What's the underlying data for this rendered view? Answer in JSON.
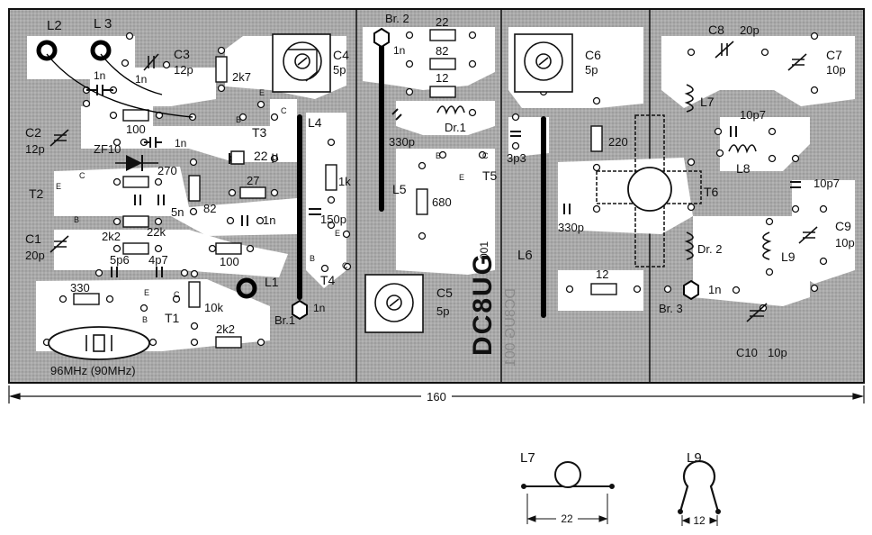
{
  "board": {
    "name": "DC8UG",
    "number": "001",
    "mirror_text": "DC8UG 001",
    "dimension_label": "160"
  },
  "labels": [
    {
      "id": "L2",
      "text": "L2"
    },
    {
      "id": "L3",
      "text": "L 3"
    },
    {
      "id": "C3",
      "text": "C3"
    },
    {
      "id": "C3v",
      "text": "12p"
    },
    {
      "id": "R2k7",
      "text": "2k7"
    },
    {
      "id": "C4",
      "text": "C4"
    },
    {
      "id": "C4v",
      "text": "5p"
    },
    {
      "id": "Br2",
      "text": "Br. 2"
    },
    {
      "id": "Br2c",
      "text": "1n"
    },
    {
      "id": "R22",
      "text": "22"
    },
    {
      "id": "R82a",
      "text": "82"
    },
    {
      "id": "R12a",
      "text": "12"
    },
    {
      "id": "Dr1",
      "text": "Dr.1"
    },
    {
      "id": "C6",
      "text": "C6"
    },
    {
      "id": "C6v",
      "text": "5p"
    },
    {
      "id": "C8",
      "text": "C8"
    },
    {
      "id": "C8v",
      "text": "20p"
    },
    {
      "id": "C7",
      "text": "C7"
    },
    {
      "id": "C7v",
      "text": "10p"
    },
    {
      "id": "L7",
      "text": "L7"
    },
    {
      "id": "C10p7a",
      "text": "10p7"
    },
    {
      "id": "L8",
      "text": "L8"
    },
    {
      "id": "C10p7b",
      "text": "10p7"
    },
    {
      "id": "T6",
      "text": "T6"
    },
    {
      "id": "C9",
      "text": "C9"
    },
    {
      "id": "C9v",
      "text": "10p"
    },
    {
      "id": "L9",
      "text": "L9"
    },
    {
      "id": "Dr2",
      "text": "Dr. 2"
    },
    {
      "id": "C10",
      "text": "C10"
    },
    {
      "id": "C10v",
      "text": "10p"
    },
    {
      "id": "Br3",
      "text": "Br. 3"
    },
    {
      "id": "Br3c",
      "text": "1n"
    },
    {
      "id": "R12b",
      "text": "12"
    },
    {
      "id": "L6",
      "text": "L6"
    },
    {
      "id": "C330b",
      "text": "330p"
    },
    {
      "id": "C3p3",
      "text": "3p3"
    },
    {
      "id": "R220",
      "text": "220"
    },
    {
      "id": "C5",
      "text": "C5"
    },
    {
      "id": "C5v",
      "text": "5p"
    },
    {
      "id": "L5",
      "text": "L5"
    },
    {
      "id": "R680",
      "text": "680"
    },
    {
      "id": "T5",
      "text": "T5"
    },
    {
      "id": "C330a",
      "text": "330p"
    },
    {
      "id": "L4",
      "text": "L4"
    },
    {
      "id": "R1k",
      "text": "1k"
    },
    {
      "id": "C150p",
      "text": "150p"
    },
    {
      "id": "T4",
      "text": "T4"
    },
    {
      "id": "L1",
      "text": "L1"
    },
    {
      "id": "Br1",
      "text": "Br.1"
    },
    {
      "id": "Br1c",
      "text": "1n"
    },
    {
      "id": "C22u",
      "text": "22 µ"
    },
    {
      "id": "R27",
      "text": "27"
    },
    {
      "id": "C1nM",
      "text": "1n"
    },
    {
      "id": "R100b",
      "text": "100"
    },
    {
      "id": "T3",
      "text": "T3"
    },
    {
      "id": "R100a",
      "text": "100"
    },
    {
      "id": "C1n1",
      "text": "1n"
    },
    {
      "id": "C1n2",
      "text": "1n"
    },
    {
      "id": "C1n3",
      "text": "1n"
    },
    {
      "id": "ZF10",
      "text": "ZF10"
    },
    {
      "id": "R270",
      "text": "270"
    },
    {
      "id": "R82b",
      "text": "82"
    },
    {
      "id": "C5n",
      "text": "5n"
    },
    {
      "id": "R22k",
      "text": "22k"
    },
    {
      "id": "R2k2a",
      "text": "2k2"
    },
    {
      "id": "C5p6",
      "text": "5p6"
    },
    {
      "id": "C4p7",
      "text": "4p7"
    },
    {
      "id": "R330",
      "text": "330"
    },
    {
      "id": "T1",
      "text": "T1"
    },
    {
      "id": "R10k",
      "text": "10k"
    },
    {
      "id": "R2k2b",
      "text": "2k2"
    },
    {
      "id": "C2",
      "text": "C2"
    },
    {
      "id": "C2v",
      "text": "12p"
    },
    {
      "id": "T2",
      "text": "T2"
    },
    {
      "id": "C1",
      "text": "C1"
    },
    {
      "id": "C1v",
      "text": "20p"
    },
    {
      "id": "Xtal",
      "text": "96MHz (90MHz)"
    }
  ],
  "pins": {
    "E": "E",
    "B": "B",
    "C": "C"
  },
  "details": {
    "l7_title": "L7",
    "l7_dim": "22",
    "l9_title": "L9",
    "l9_dim": "12"
  }
}
